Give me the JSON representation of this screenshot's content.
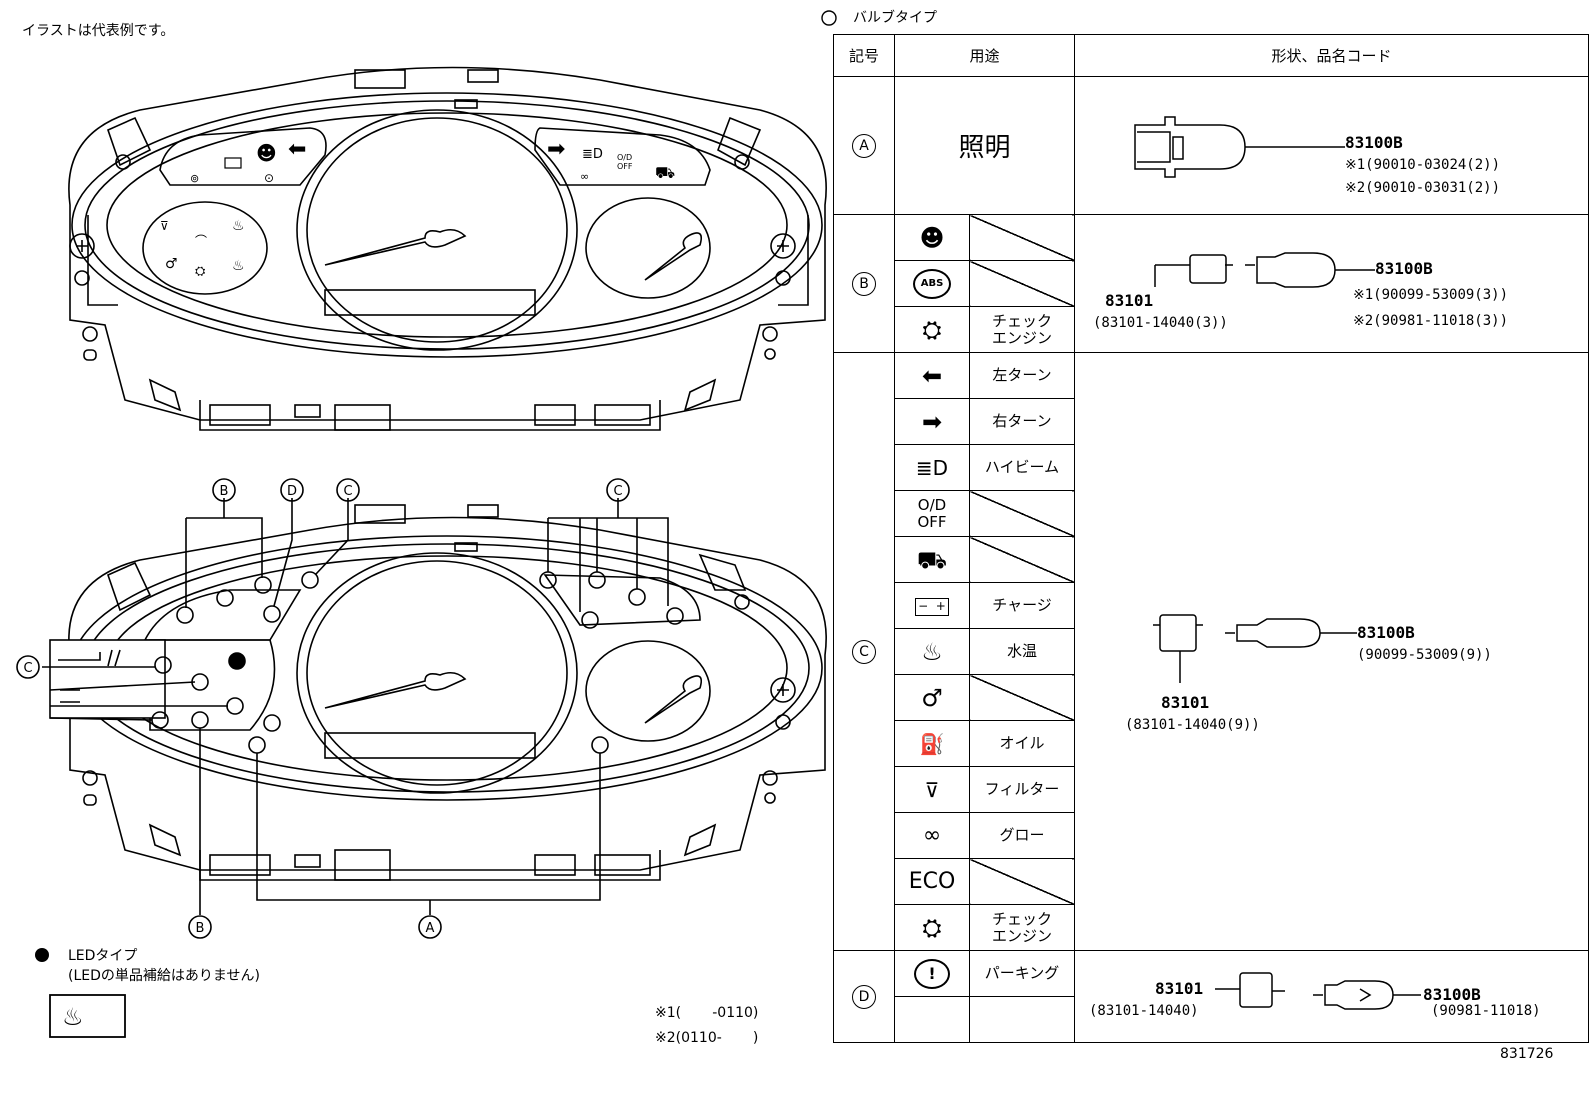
{
  "note": "イラストは代表例です。",
  "bulb_type_title": "バルブタイプ",
  "table_headers": {
    "symbol": "記号",
    "use": "用途",
    "shape": "形状、品名コード"
  },
  "rows": {
    "A": {
      "label": "A",
      "use": "照明",
      "main_pn": "83100B",
      "sub1": "※1(90010-03024(2))",
      "sub2": "※2(90010-03031(2))"
    },
    "B": {
      "label": "B",
      "socket": "83101",
      "socket_pn": "(83101-14040(3))",
      "main_pn": "83100B",
      "sub1": "※1(90099-53009(3))",
      "sub2": "※2(90981-11018(3))",
      "items": [
        {
          "icon": "airbag-icon",
          "use": ""
        },
        {
          "icon": "abs-icon",
          "use": ""
        },
        {
          "icon": "check-engine-icon",
          "use": "チェック\nエンジン"
        }
      ]
    },
    "C": {
      "label": "C",
      "socket": "83101",
      "socket_pn": "(83101-14040(9))",
      "main_pn": "83100B",
      "sub1": "(90099-53009(9))",
      "items": [
        {
          "icon": "left-turn-icon",
          "use": "左ターン"
        },
        {
          "icon": "right-turn-icon",
          "use": "右ターン"
        },
        {
          "icon": "high-beam-icon",
          "use": "ハイビーム"
        },
        {
          "icon": "od-off-icon",
          "use": ""
        },
        {
          "icon": "door-open-icon",
          "use": ""
        },
        {
          "icon": "charge-icon",
          "use": "チャージ"
        },
        {
          "icon": "water-temp-icon",
          "use": "水温"
        },
        {
          "icon": "seatbelt-icon",
          "use": ""
        },
        {
          "icon": "oil-icon",
          "use": "オイル"
        },
        {
          "icon": "filter-icon",
          "use": "フィルター"
        },
        {
          "icon": "glow-icon",
          "use": "グロー"
        },
        {
          "icon": "eco-icon",
          "use": ""
        },
        {
          "icon": "check-engine-icon",
          "use": "チェック\nエンジン"
        }
      ]
    },
    "D": {
      "label": "D",
      "socket": "83101",
      "socket_pn": "(83101-14040)",
      "main_pn": "83100B",
      "sub1": "(90981-11018)",
      "items": [
        {
          "icon": "parking-icon",
          "use": "パーキング"
        }
      ]
    }
  },
  "icon_text": {
    "od_off_1": "O/D",
    "od_off_2": "OFF",
    "eco": "ECO",
    "abs": "ABS",
    "od_small_1": "O/D",
    "od_small_2": "OFF"
  },
  "callouts": {
    "B_top": "B",
    "D_top": "D",
    "C_top_left": "C",
    "C_top_right": "C",
    "C_left": "C",
    "B_bottom": "B",
    "A_bottom": "A"
  },
  "led_title": "LEDタイプ",
  "led_note": "(LEDの単品補給はありません)",
  "footnotes": {
    "n1": "※1(       -0110)",
    "n2": "※2(0110-       )"
  },
  "figure_no": "831726"
}
